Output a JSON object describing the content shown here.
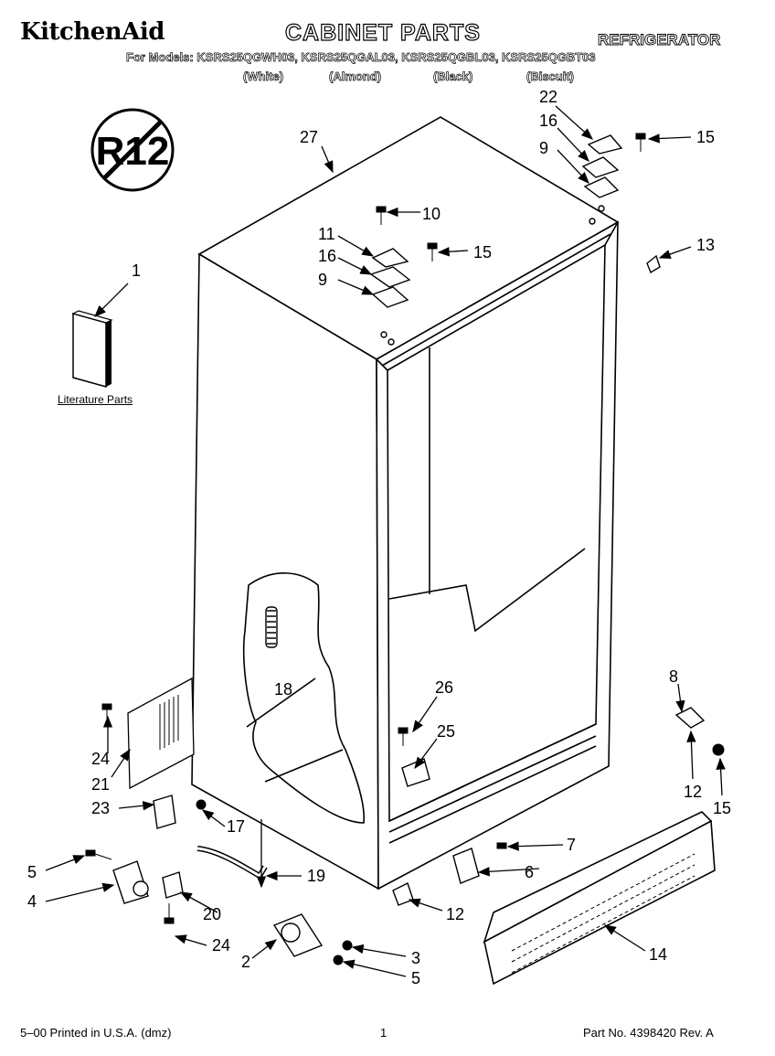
{
  "header": {
    "brand": "KitchenAid",
    "title": "CABINET PARTS",
    "product": "REFRIGERATOR",
    "models_line": "For Models: KSRS25QGWH03, KSRS25QGAL03, KSRS25QGBL03, KSRS25QGBT03",
    "colors": [
      "(White)",
      "(Almond)",
      "(Black)",
      "(Biscuit)"
    ]
  },
  "badge": {
    "text": "R12"
  },
  "literature_label": "Literature Parts",
  "callouts": [
    "1",
    "2",
    "3",
    "4",
    "5",
    "5",
    "6",
    "7",
    "8",
    "9",
    "9",
    "10",
    "11",
    "12",
    "12",
    "13",
    "14",
    "15",
    "15",
    "15",
    "16",
    "16",
    "17",
    "18",
    "19",
    "20",
    "21",
    "22",
    "23",
    "24",
    "24",
    "25",
    "26",
    "27"
  ],
  "footer": {
    "left": "5–00 Printed in U.S.A. (dmz)",
    "center": "1",
    "right": "Part No. 4398420 Rev. A"
  }
}
